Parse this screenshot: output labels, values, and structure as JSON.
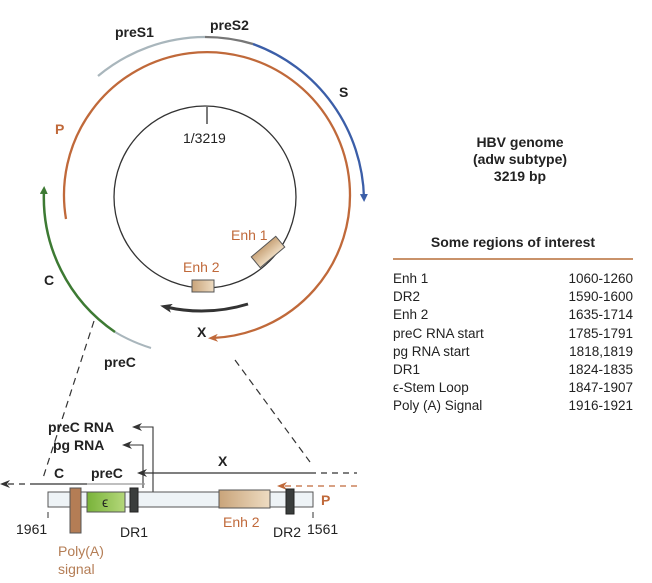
{
  "circular_map": {
    "origin_label": "1/3219",
    "genes": {
      "preS1": "preS1",
      "preS2": "preS2",
      "S": "S",
      "P": "P",
      "C": "C",
      "preC": "preC",
      "X": "X"
    },
    "enhancers": {
      "enh1": "Enh 1",
      "enh2": "Enh 2"
    }
  },
  "genome_info": {
    "line1": "HBV genome",
    "line2": "(adw subtype)",
    "line3": "3219 bp"
  },
  "regions": {
    "heading": "Some regions of interest",
    "items": [
      {
        "name": "Enh 1",
        "range": "1060-1260"
      },
      {
        "name": "DR2",
        "range": "1590-1600"
      },
      {
        "name": "Enh 2",
        "range": "1635-1714"
      },
      {
        "name": "preC RNA start",
        "range": "1785-1791"
      },
      {
        "name": "pg RNA start",
        "range": "1818,1819"
      },
      {
        "name": "DR1",
        "range": "1824-1835"
      },
      {
        "name": "ϵ-Stem Loop",
        "range": "1847-1907"
      },
      {
        "name": "Poly (A) Signal",
        "range": "1916-1921"
      }
    ]
  },
  "linear_map": {
    "prec_rna": "preC RNA",
    "pg_rna": "pg RNA",
    "C": "C",
    "preC": "preC",
    "X": "X",
    "P": "P",
    "epsilon": "ϵ",
    "dr1": "DR1",
    "dr2": "DR2",
    "enh2": "Enh 2",
    "left_coord": "1961",
    "right_coord": "1561",
    "polya_line1": "Poly(A)",
    "polya_line2": "signal"
  },
  "colors": {
    "s_blue": "#3b5ea8",
    "p_orange": "#c0693a",
    "c_green": "#3d7a33",
    "pres_gray": "#a9b6bc",
    "epsilon_green": "#8cc04a",
    "enh_tan": "#d8b88c"
  }
}
